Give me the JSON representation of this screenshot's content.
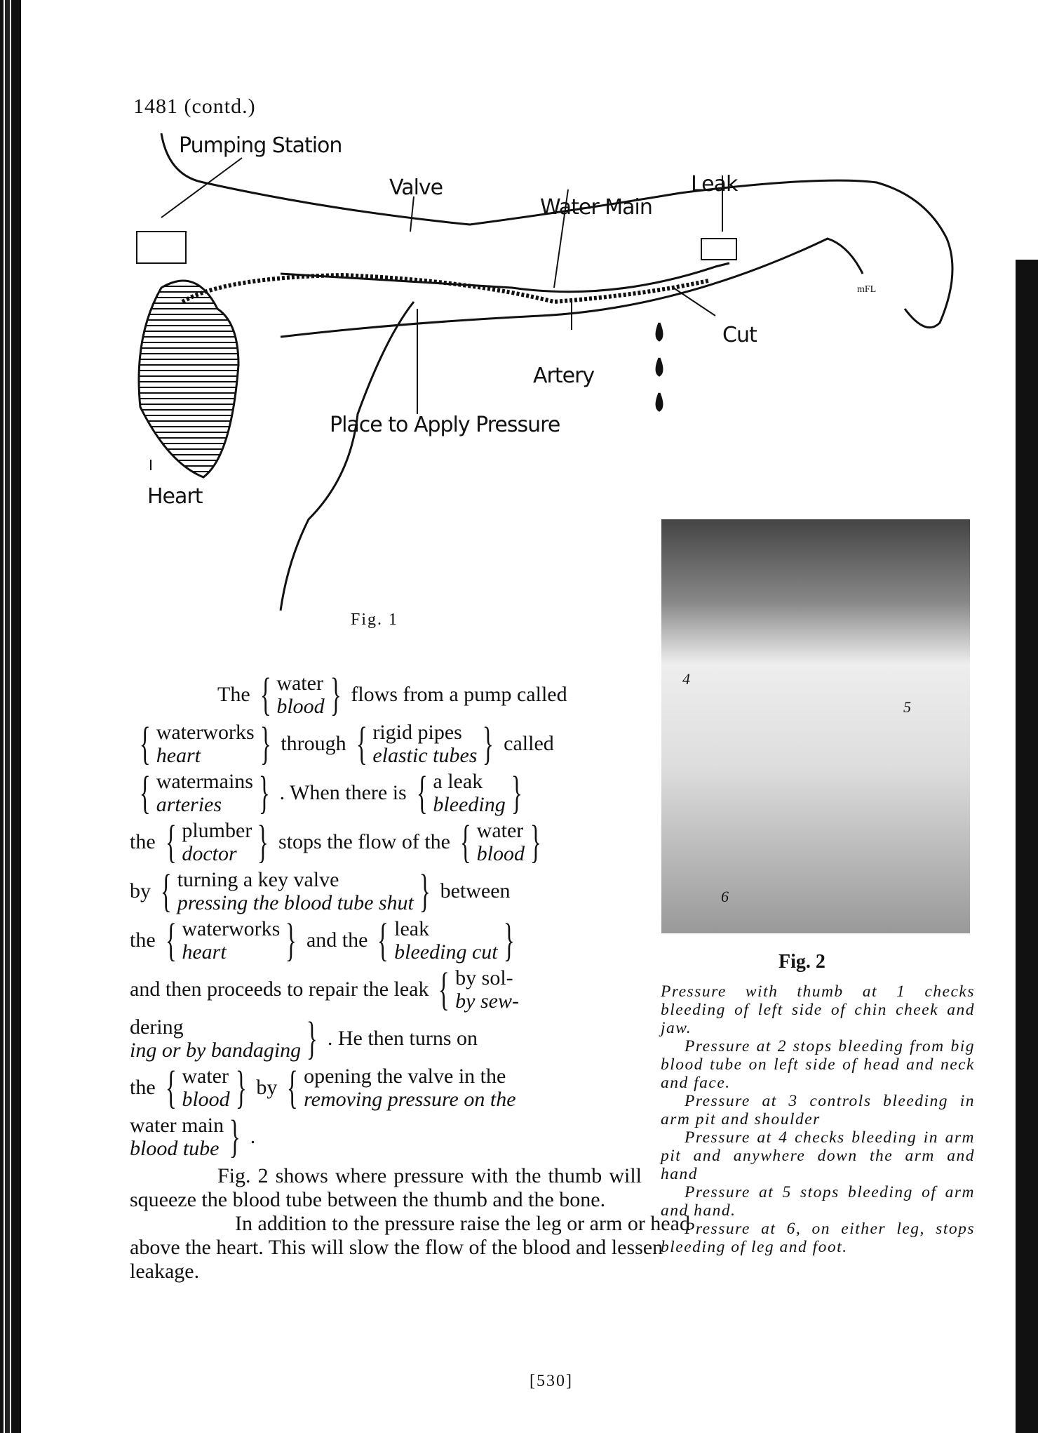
{
  "header": "1481 (contd.)",
  "fig1": {
    "labels": {
      "pumping_station": "Pumping Station",
      "valve": "Valve",
      "water_main": "Water Main",
      "leak": "Leak",
      "cut": "Cut",
      "artery": "Artery",
      "pressure": "Place to Apply Pressure",
      "heart": "Heart",
      "initials": "mFL"
    },
    "caption": "Fig. 1"
  },
  "fig2": {
    "caption": "Fig. 2",
    "numbers": [
      "4",
      "5",
      "6"
    ],
    "notes": [
      "Pressure with thumb at 1 checks bleeding of left side of chin cheek and jaw.",
      "Pressure at 2 stops bleeding from big blood tube on left side of head and neck and face.",
      "Pressure at 3 controls bleeding in arm pit and shoulder",
      "Pressure at 4 checks bleeding in arm pit and anywhere down the arm and hand",
      "Pressure at 5 stops bleeding of arm and hand.",
      "Pressure at 6, on either leg, stops bleeding of leg and foot."
    ]
  },
  "text": {
    "r1": {
      "a": "The",
      "b1": [
        "water",
        "blood"
      ],
      "c": "flows from a pump called"
    },
    "r2": {
      "b1": [
        "waterworks",
        "heart"
      ],
      "a": "through",
      "b2": [
        "rigid pipes",
        "elastic tubes"
      ],
      "c": "called"
    },
    "r3": {
      "b1": [
        "watermains",
        "arteries"
      ],
      "a": ". When there is",
      "b2": [
        "a leak",
        "bleeding"
      ]
    },
    "r4": {
      "a": "the",
      "b1": [
        "plumber",
        "doctor"
      ],
      "c": "stops the flow of the",
      "b2": [
        "water",
        "blood"
      ]
    },
    "r5": {
      "a": "by",
      "b1": [
        "turning a key valve",
        "pressing the blood tube shut"
      ],
      "c": "between"
    },
    "r6": {
      "a": "the",
      "b1": [
        "waterworks",
        "heart"
      ],
      "c": "and the",
      "b2": [
        "leak",
        "bleeding cut"
      ]
    },
    "r7": {
      "a": "and then proceeds to repair the leak",
      "b1": [
        "by sol-",
        "by sew-"
      ]
    },
    "r8": {
      "b1": [
        "dering",
        "ing or by bandaging"
      ],
      "c": ". He then turns on"
    },
    "r9": {
      "a": "the",
      "b1": [
        "water",
        "blood"
      ],
      "c": "by",
      "b2": [
        "opening the valve in the",
        "removing pressure on the"
      ]
    },
    "r10": {
      "b1": [
        "water main",
        "blood tube"
      ],
      "c": "."
    },
    "p1": "Fig. 2 shows where pressure with the thumb will squeeze the blood tube between the thumb and the bone.",
    "p2": "In addition to the pressure raise the leg or arm or head above the heart. This will slow the flow of the blood and lessen leakage."
  },
  "page_number": "[530]"
}
